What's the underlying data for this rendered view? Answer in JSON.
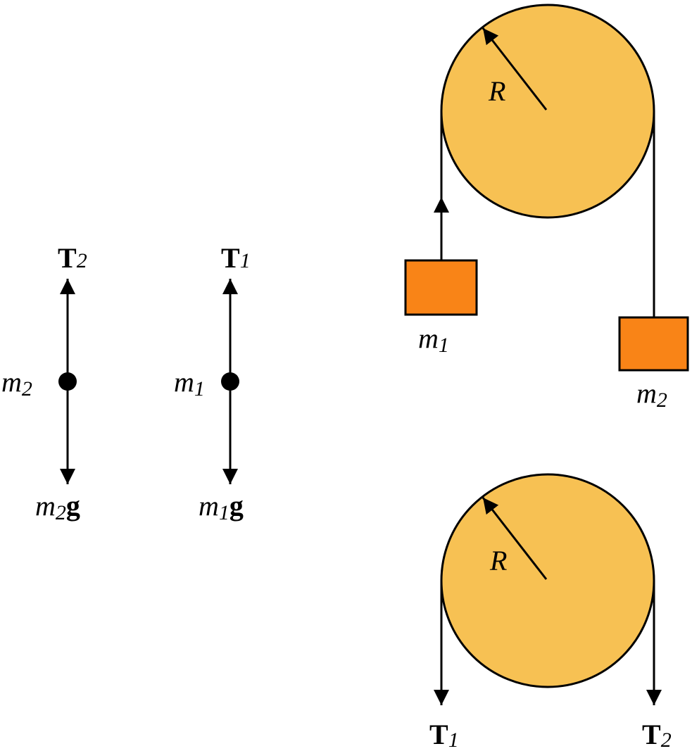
{
  "colors": {
    "pulley_fill": "#F7C153",
    "block_fill": "#F98417",
    "stroke": "#000000",
    "background": "#FFFFFF"
  },
  "labels": {
    "T": "T",
    "m": "m",
    "g": "g",
    "R": "R",
    "sub1": "1",
    "sub2": "2"
  }
}
